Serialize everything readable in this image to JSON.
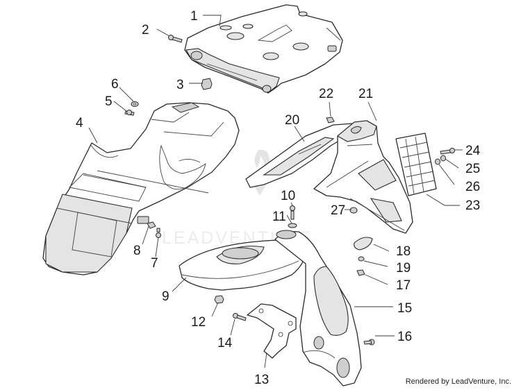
{
  "watermark": "LEADVENTURE",
  "credit": "Rendered by LeadVenture, Inc.",
  "callouts": [
    "1",
    "2",
    "3",
    "4",
    "5",
    "6",
    "7",
    "8",
    "9",
    "10",
    "11",
    "12",
    "13",
    "14",
    "15",
    "16",
    "17",
    "18",
    "19",
    "20",
    "21",
    "22",
    "23",
    "24",
    "25",
    "26",
    "27"
  ]
}
